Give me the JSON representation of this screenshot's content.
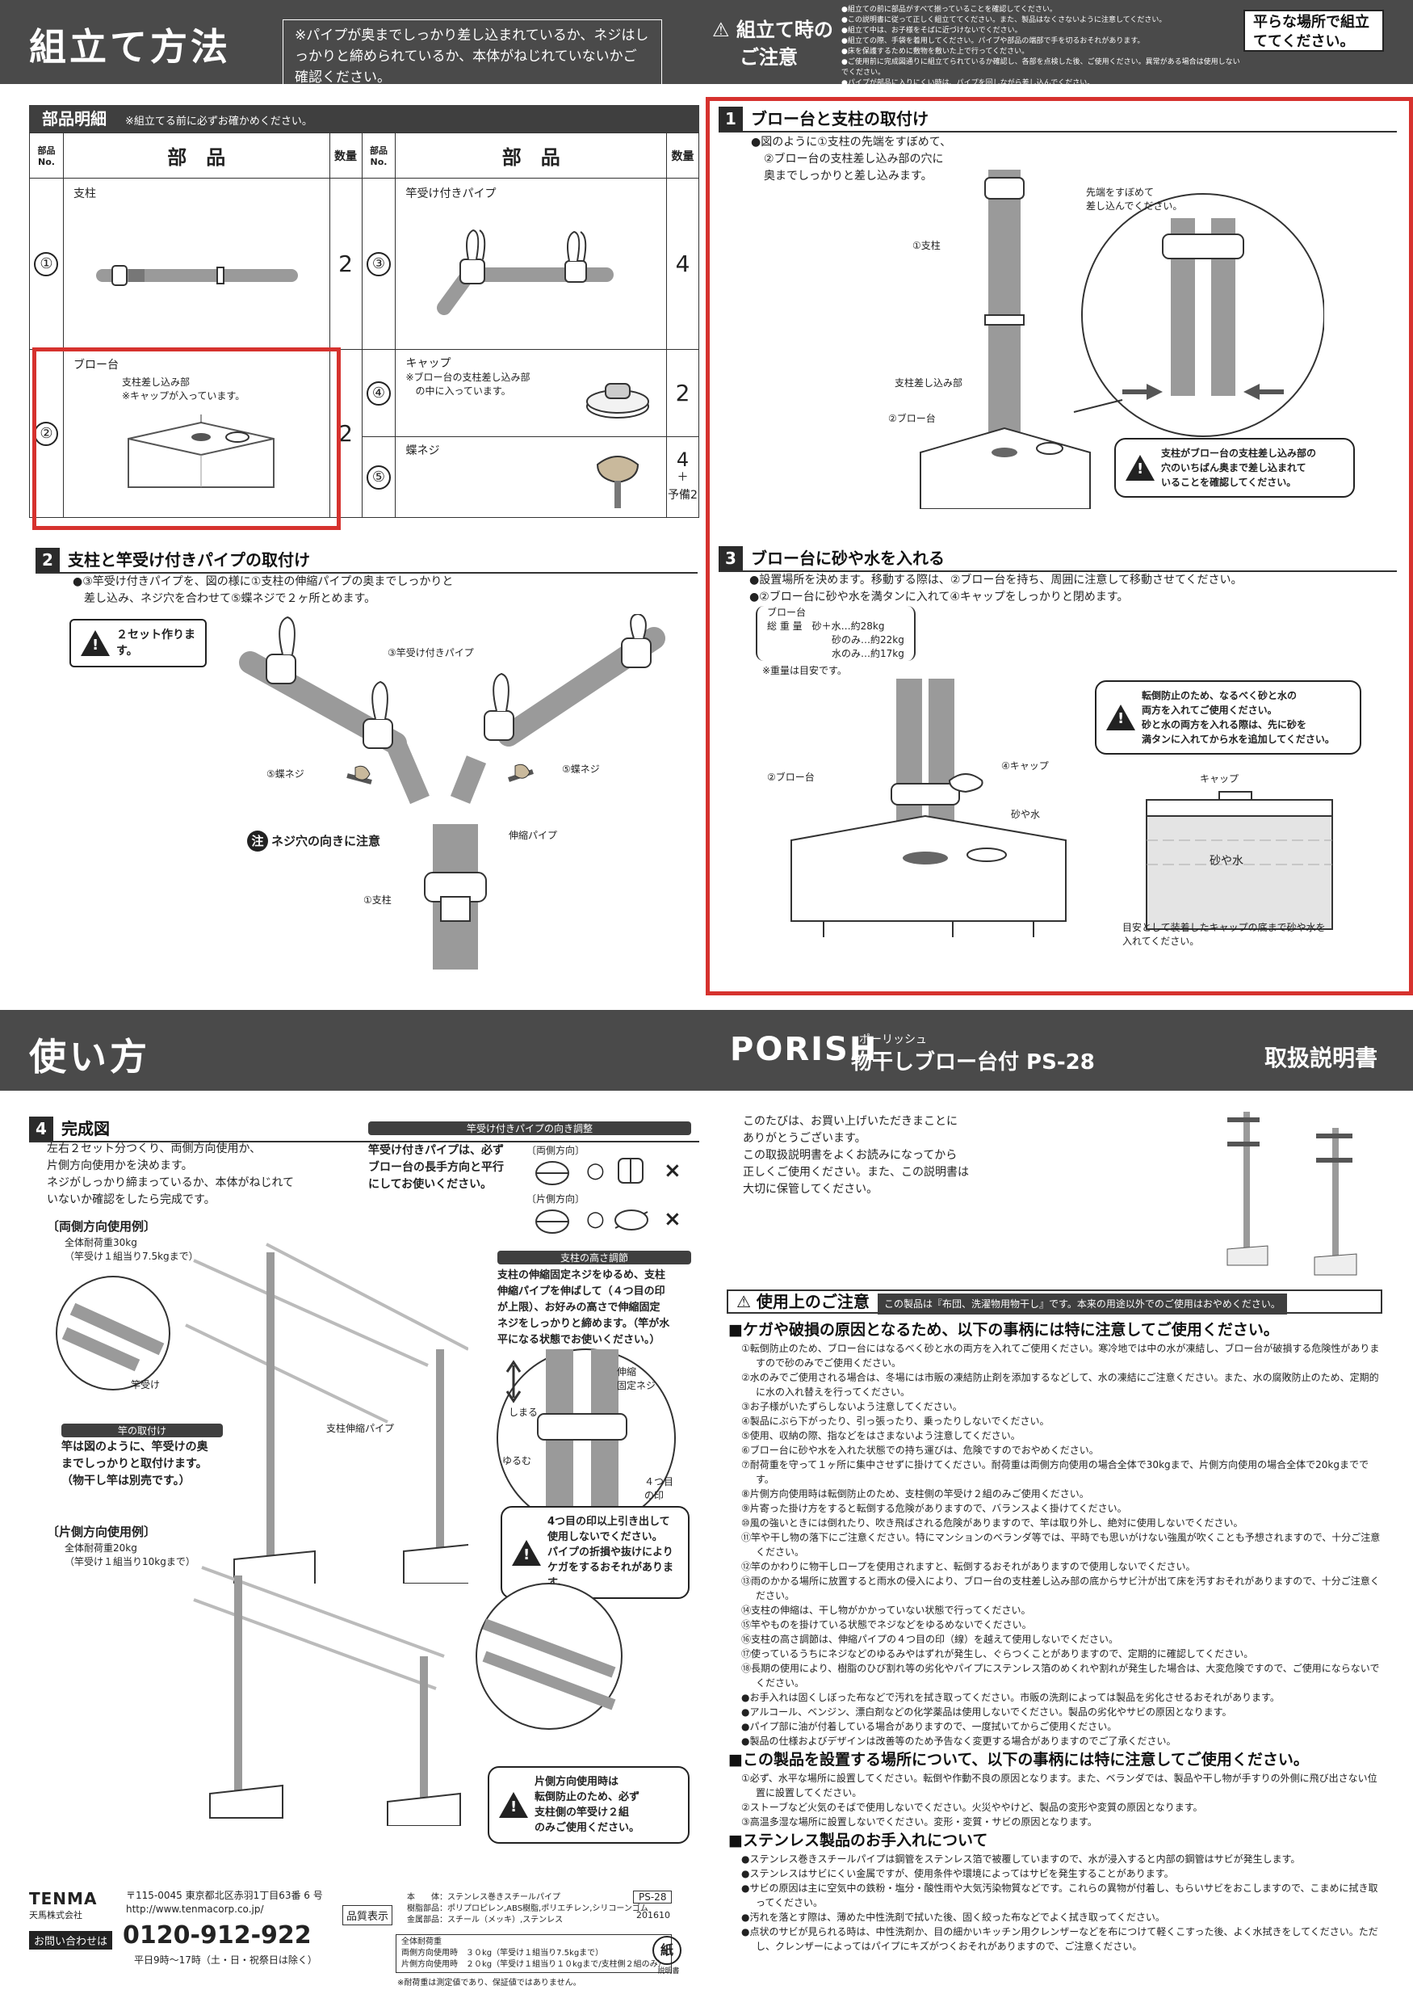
{
  "top": {
    "title": "組立て方法",
    "note": "※パイプが奥までしっかり差し込まれているか、ネジはしっかりと締められているか、本体がねじれていないかご確認ください。",
    "caution_title_1": "組立て時の",
    "caution_title_2": "ご注意",
    "caution_items": [
      "●組立ての前に部品がすべて揃っていることを確認してください。",
      "●この説明書に従って正しく組立ててください。また、製品はなくさないように注意してください。",
      "●組立て中は、お子様をそばに近づけないでください。",
      "●組立ての際、手袋を着用してください。パイプや部品の端部で手を切るおそれがあります。",
      "●床を保護するために敷物を敷いた上で行ってください。",
      "●ご使用前に完成図通りに組立てられているか確認し、各部を点検した後、ご使用ください。異常がある場合は使用しないでください。",
      "●パイプが部品に入りにくい時は、パイプを回しながら差し込んでください。"
    ],
    "flat_place": "平らな場所で組立ててください。"
  },
  "parts": {
    "header": "部品明細",
    "header_note": "※組立てる前に必ずお確かめください。",
    "col_no": "部品No.",
    "col_part": "部　品",
    "col_qty": "数量",
    "items": [
      {
        "no": "①",
        "name": "支柱",
        "qty": "2"
      },
      {
        "no": "②",
        "name": "ブロー台",
        "sub": "支柱差し込み部",
        "sub2": "※キャップが入っています。",
        "qty": "2"
      },
      {
        "no": "③",
        "name": "竿受け付きパイプ",
        "qty": "4"
      },
      {
        "no": "④",
        "name": "キャップ",
        "sub": "※ブロー台の支柱差し込み部",
        "sub2": "の中に入っています。",
        "qty": "2"
      },
      {
        "no": "⑤",
        "name": "蝶ネジ",
        "qty": "4",
        "qty_extra1": "＋",
        "qty_extra2": "予備2"
      }
    ]
  },
  "step1": {
    "num": "1",
    "title": "ブロー台と支柱の取付け",
    "text1": "●図のように①支柱の先端をすぼめて、",
    "text2": "②ブロー台の支柱差し込み部の穴に",
    "text3": "奥までしっかりと差し込みます。",
    "label_pole": "①支柱",
    "label_insert": "支柱差し込み部",
    "label_base": "②ブロー台",
    "label_narrow1": "先端をすぼめて",
    "label_narrow2": "差し込んでください。",
    "warn1": "支柱がブロー台の支柱差し込み部の",
    "warn2": "穴のいちばん奥まで差し込まれて",
    "warn3": "いることを確認してください。"
  },
  "step2": {
    "num": "2",
    "title": "支柱と竿受け付きパイプの取付け",
    "text1": "●③竿受け付きパイプを、図の様に①支柱の伸縮パイプの奥までしっかりと",
    "text2": "差し込み、ネジ穴を合わせて⑤蝶ネジで２ヶ所とめます。",
    "sets": "２セット作ります。",
    "label_pipe": "③竿受け付きパイプ",
    "label_screw_l": "⑤蝶ネジ",
    "label_screw_r": "⑤蝶ネジ",
    "label_caution_mark": "注",
    "label_caution": "ネジ穴の向きに注意",
    "label_telescopic": "伸縮パイプ",
    "label_pole": "①支柱"
  },
  "step3": {
    "num": "3",
    "title": "ブロー台に砂や水を入れる",
    "text1": "●設置場所を決めます。移動する際は、②ブロー台を持ち、周囲に注意して移動させてください。",
    "text2": "●②ブロー台に砂や水を満タンに入れて④キャップをしっかりと閉めます。",
    "weight_title": "ブロー台",
    "weight_label": "総 重 量",
    "w1": "砂＋水…約28kg",
    "w2": "砂のみ…約22kg",
    "w3": "水のみ…約17kg",
    "w_note": "※重量は目安です。",
    "warn1": "転倒防止のため、なるべく砂と水の",
    "warn2": "両方を入れてご使用ください。",
    "warn3": "砂と水の両方を入れる際は、先に砂を",
    "warn4": "満タンに入れてから水を追加してください。",
    "label_base": "②ブロー台",
    "label_cap": "④キャップ",
    "label_sand": "砂や水",
    "label_cap2": "キャップ",
    "label_sand2": "砂や水",
    "bottom1": "目安として装着したキャップの底まで砂や水を",
    "bottom2": "入れてください。"
  },
  "usage": {
    "title": "使い方",
    "brand": "PORISH",
    "brand_ruby": "ポーリッシュ",
    "product": "物干しブロー台付 PS-28",
    "manual": "取扱説明書"
  },
  "step4": {
    "num": "4",
    "title": "完成図",
    "text1": "左右２セット分つくり、両側方向使用か、",
    "text2": "片側方向使用かを決めます。",
    "text3": "ネジがしっかり締まっているか、本体がねじれて",
    "text4": "いないか確認をしたら完成です。",
    "both_title": "〔両側方向使用例〕",
    "both_w1": "全体耐荷重30kg",
    "both_w2": "（竿受け１組当り7.5kgまで）",
    "label_saouke": "竿受け",
    "rod_title": "竿の取付け",
    "rod1": "竿は図のように、竿受けの奥",
    "rod2": "までしっかりと取付けます。",
    "rod3": "（物干し竿は別売です。）",
    "one_title": "〔片側方向使用例〕",
    "one_w1": "全体耐荷重20kg",
    "one_w2": "（竿受け１組当り10kgまで）",
    "dir_title": "竿受け付きパイプの向き調整",
    "dir1": "竿受け付きパイプは、必ず",
    "dir2": "ブロー台の長手方向と平行",
    "dir3": "にしてお使いください。",
    "dir_both": "〔両側方向〕",
    "dir_one": "〔片側方向〕",
    "ok": "○",
    "ng": "×",
    "height_title": "支柱の高さ調節",
    "height1": "支柱の伸縮固定ネジをゆるめ、支柱",
    "height2": "伸縮パイプを伸ばして（４つ目の印",
    "height3": "が上限）、お好みの高さで伸縮固定",
    "height4": "ネジをしっかりと締めます。（竿が水",
    "height5": "平になる状態でお使いください。）",
    "label_tel_pole": "支柱伸縮パイプ",
    "label_fix1": "伸縮",
    "label_fix2": "固定ネジ",
    "label_tighten": "しまる",
    "label_loosen": "ゆるむ",
    "label_mark1": "４つ目",
    "label_mark2": "の印",
    "warn_h1": "4つ目の印以上引き出して",
    "warn_h2": "使用しないでください。",
    "warn_h3": "パイプの折損や抜けにより",
    "warn_h4": "ケガをするおそれがあります。",
    "warn_o1": "片側方向使用時は",
    "warn_o2": "転倒防止のため、必ず",
    "warn_o3": "支柱側の竿受け２組",
    "warn_o4": "のみご使用ください。"
  },
  "intro": {
    "t1": "このたびは、お買い上げいただきまことに",
    "t2": "ありがとうございます。",
    "t3": "この取扱説明書をよくお読みになってから",
    "t4": "正しくご使用ください。また、この説明書は",
    "t5": "大切に保管してください。"
  },
  "cautions": {
    "title": "使用上のご注意",
    "subtitle": "この製品は『布団、洗濯物用物干し』です。本来の用途以外でのご使用はおやめください。",
    "h1": "■ケガや破損の原因となるため、以下の事柄には特に注意してご使用ください。",
    "list1": [
      "①転倒防止のため、ブロー台にはなるべく砂と水の両方を入れてご使用ください。寒冷地では中の水が凍結し、ブロー台が破損する危険性がありますので砂のみでご使用ください。",
      "②水のみでご使用される場合は、冬場には市販の凍結防止剤を添加するなどして、水の凍結にご注意ください。また、水の腐敗防止のため、定期的に水の入れ替えを行ってください。",
      "③お子様がいたずらしないよう注意してください。",
      "④製品にぶら下がったり、引っ張ったり、乗ったりしないでください。",
      "⑤使用、収納の際、指などをはさまないよう注意してください。",
      "⑥ブロー台に砂や水を入れた状態での持ち運びは、危険ですのでおやめください。",
      "⑦耐荷重を守って１ヶ所に集中させずに掛けてください。耐荷重は両側方向使用の場合全体で30kgまで、片側方向使用の場合全体で20kgまでです。",
      "⑧片側方向使用時は転倒防止のため、支柱側の竿受け２組のみご使用ください。",
      "⑨片寄った掛け方をすると転倒する危険がありますので、バランスよく掛けてください。",
      "⑩風の強いときには倒れたり、吹き飛ばされる危険がありますので、竿は取り外し、絶対に使用しないでください。",
      "⑪竿や干し物の落下にご注意ください。特にマンションのベランダ等では、平時でも思いがけない強風が吹くことも予想されますので、十分ご注意ください。",
      "⑫竿のかわりに物干しロープを使用されますと、転倒するおそれがありますので使用しないでください。",
      "⑬雨のかかる場所に放置すると雨水の侵入により、ブロー台の支柱差し込み部の底からサビ汁が出て床を汚すおそれがありますので、十分ご注意ください。",
      "⑭支柱の伸縮は、干し物がかかっていない状態で行ってください。",
      "⑮竿やものを掛けている状態でネジなどをゆるめないでください。",
      "⑯支柱の高さ調節は、伸縮パイプの４つ目の印（線）を越えて使用しないでください。",
      "⑰使っているうちにネジなどのゆるみやはずれが発生し、ぐらつくことがありますので、定期的に確認してください。",
      "⑱長期の使用により、樹脂のひび割れ等の劣化やパイプにステンレス箔のめくれや割れが発生した場合は、大変危険ですので、ご使用にならないでください。",
      "●お手入れは固くしぼった布などで汚れを拭き取ってください。市販の洗剤によっては製品を劣化させるおそれがあります。",
      "●アルコール、ベンジン、漂白剤などの化学薬品は使用しないでください。製品の劣化やサビの原因となります。",
      "●パイプ部に油が付着している場合がありますので、一度拭いてからご使用ください。",
      "●製品の仕様およびデザインは改善等のため予告なく変更する場合がありますのでご了承ください。"
    ],
    "h2": "■この製品を設置する場所について、以下の事柄には特に注意してご使用ください。",
    "list2": [
      "①必ず、水平な場所に設置してください。転倒や作動不良の原因となります。また、ベランダでは、製品や干し物が手すりの外側に飛び出さない位置に設置してください。",
      "②ストーブなど火気のそばで使用しないでください。火災ややけど、製品の変形や変質の原因となります。",
      "③高温多湿な場所に設置しないでください。変形・変質・サビの原因となります。"
    ],
    "h3": "■ステンレス製品のお手入れについて",
    "list3": [
      "●ステンレス巻きスチールパイプは鋼管をステンレス箔で被覆していますので、水が浸入すると内部の鋼管はサビが発生します。",
      "●ステンレスはサビにくい金属ですが、使用条件や環境によってはサビを発生することがあります。",
      "●サビの原因は主に空気中の鉄粉・塩分・酸性雨や大気汚染物質などです。これらの異物が付着し、もらいサビをおこしますので、こまめに拭き取ってください。",
      "●汚れを落とす際は、薄めた中性洗剤で拭いた後、固く絞った布などでよく拭き取ってください。",
      "●点状のサビが見られる時は、中性洗剤か、目の細かいキッチン用クレンザーなどを布につけて軽くこすった後、よく水拭きをしてください。ただし、クレンザーによってはパイプにキズがつくおそれがありますので、ご注意ください。"
    ]
  },
  "footer": {
    "company_logo": "TENMA",
    "company_name": "天馬株式会社",
    "address": "〒115-0045 東京都北区赤羽1丁目63番 6 号",
    "url": "http://www.tenmacorp.co.jp/",
    "inquiry_label": "お問い合わせは",
    "phone": "0120-912-922",
    "hours": "平日9時～17時（土・日・祝祭日は除く）",
    "quality_label": "品質表示",
    "q1_k": "本　　体",
    "q1_v": "：ステンレス巻きスチールパイプ",
    "q2_k": "樹脂部品",
    "q2_v": "：ポリプロピレン,ABS樹脂,ポリエチレン,シリコーンゴム",
    "q3_k": "金属部品",
    "q3_v": "：スチール（メッキ）,ステンレス",
    "load_title": "全体耐荷重",
    "load1": "両側方向使用時　３０kg（竿受け１組当り7.5kgまで）",
    "load2": "片側方向使用時　２０kg（竿受け１組当り１０kgまで/支柱側２組のみ）",
    "load_note": "※耐荷重は測定値であり、保証値ではありません。",
    "code": "PS-28",
    "date": "201610",
    "recycle": "紙",
    "recycle_sub": "説明書"
  }
}
